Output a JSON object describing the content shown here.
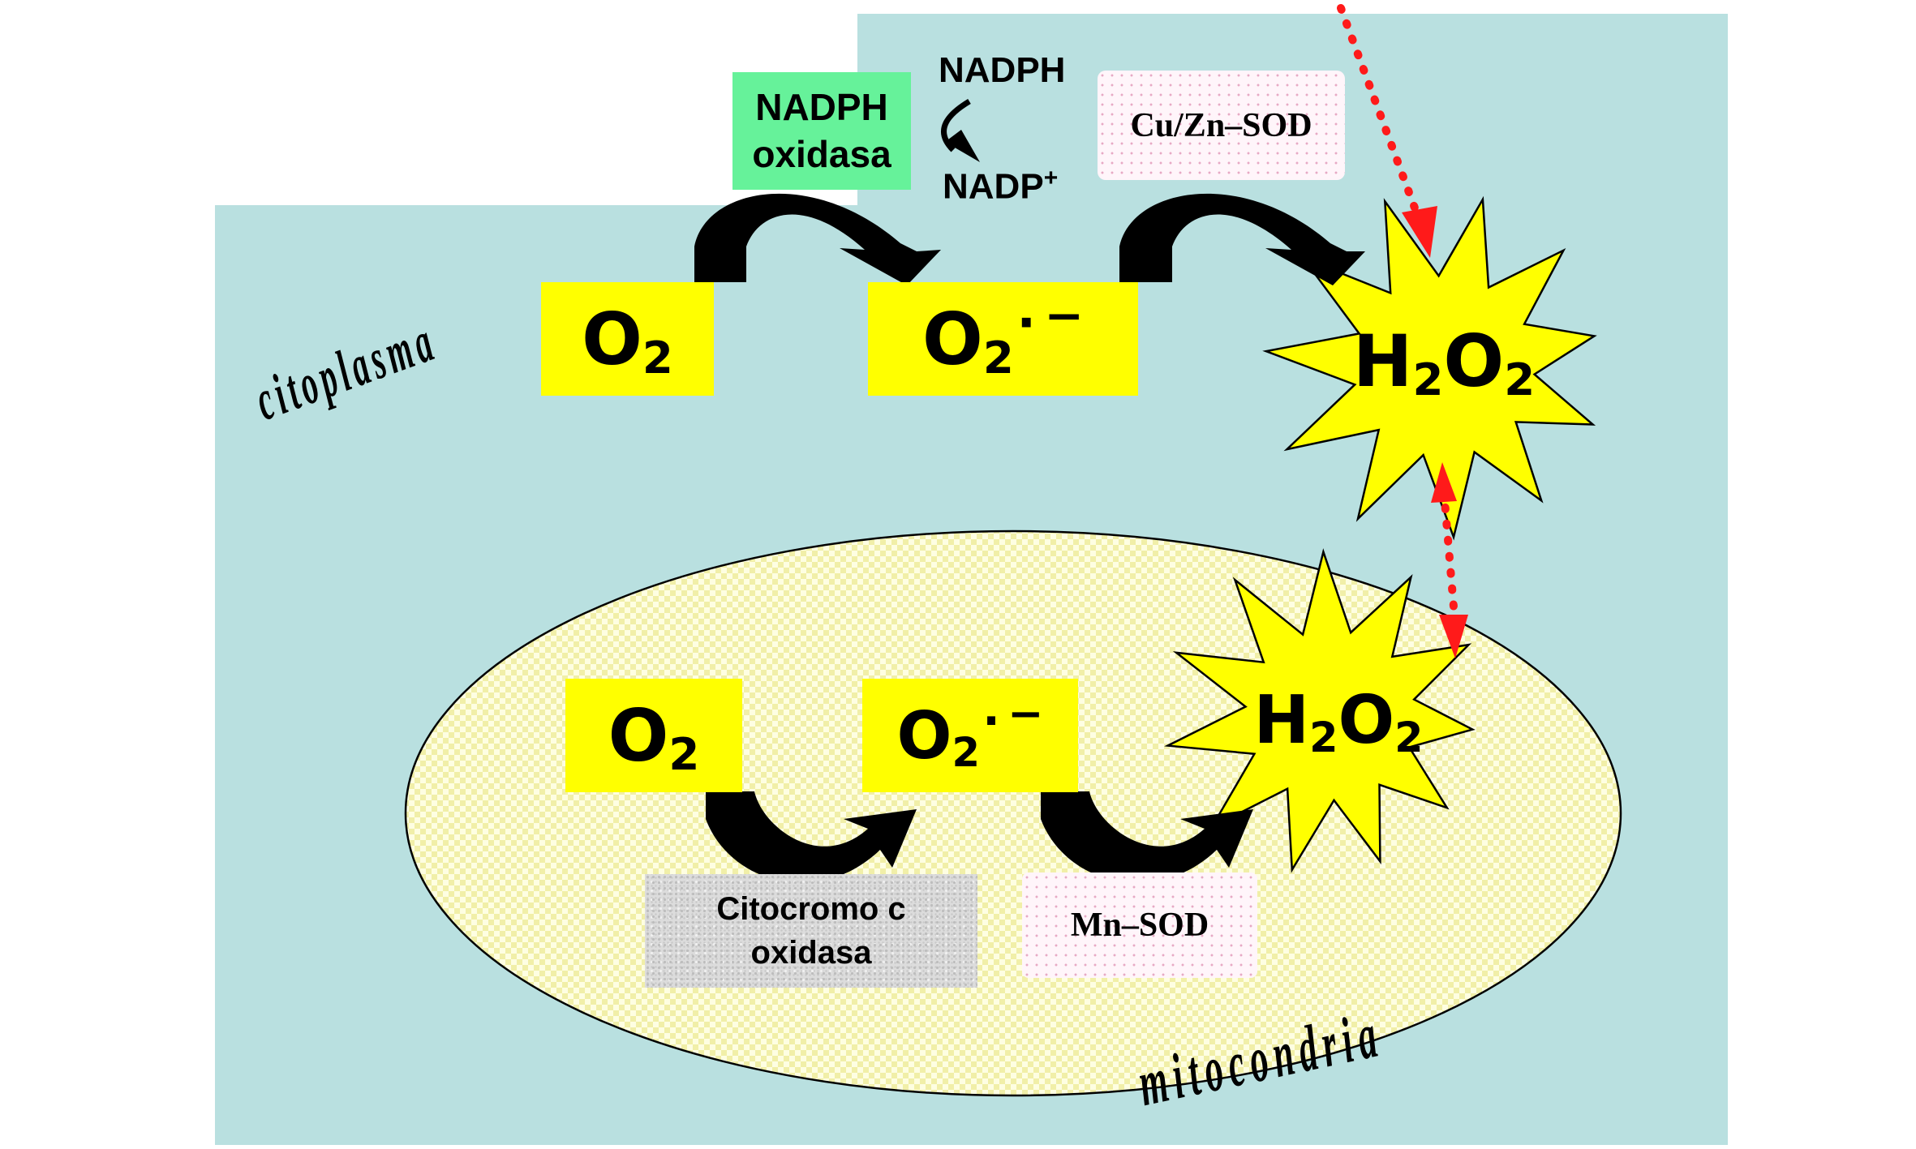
{
  "regions": {
    "cytoplasm_label": "citoplasma",
    "mitochondria_label": "mitocondria"
  },
  "cytoplasm": {
    "o2": {
      "base": "O",
      "sub": "2"
    },
    "superoxide": {
      "base": "O",
      "sub": "2",
      "radical": "·",
      "charge": "−"
    },
    "h2o2": {
      "a": "H",
      "a_sub": "2",
      "b": "O",
      "b_sub": "2"
    },
    "enzyme_nadph_oxidase": [
      "NADPH",
      "oxidasa"
    ],
    "cofactor_in": "NADPH",
    "cofactor_out": "NADP",
    "cofactor_out_charge": "+",
    "enzyme_sod": "Cu/Zn–SOD"
  },
  "mitochondria": {
    "o2": {
      "base": "O",
      "sub": "2"
    },
    "superoxide": {
      "base": "O",
      "sub": "2",
      "radical": "·",
      "charge": "−"
    },
    "h2o2": {
      "a": "H",
      "a_sub": "2",
      "b": "O",
      "b_sub": "2"
    },
    "enzyme_cytochrome": [
      "Citocromo c",
      "oxidasa"
    ],
    "enzyme_sod": "Mn–SOD"
  },
  "colors": {
    "cell_fill": "#b9e0e0",
    "mitochondria_fill": "#fefee2",
    "mitochondria_check": "#f1efa8",
    "species_box": "#ffff00",
    "burst_fill": "#ffff00",
    "nadph_oxidase_box": "#66f29a",
    "diffusion_arrow": "#ff1a1a",
    "reaction_arrow": "#000000"
  }
}
